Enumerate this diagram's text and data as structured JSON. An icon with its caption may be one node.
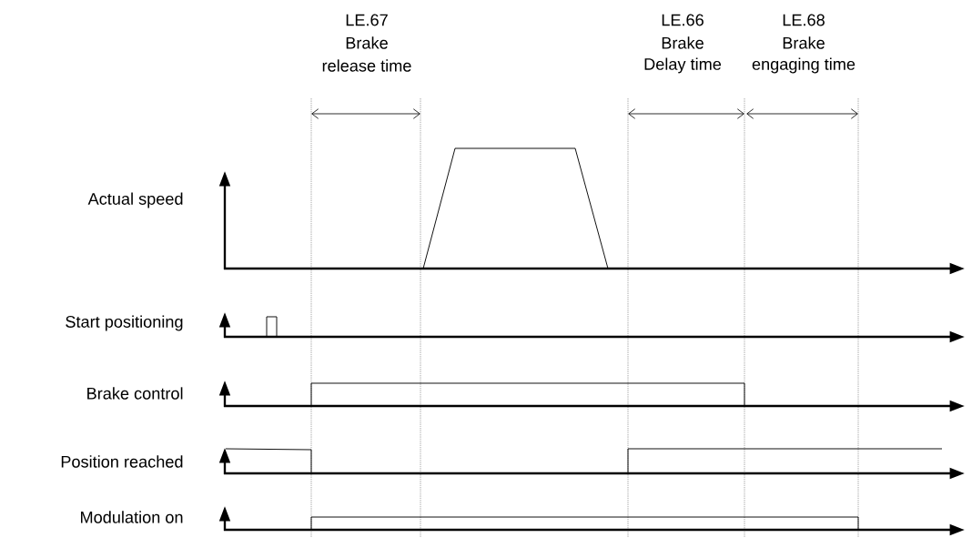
{
  "diagram": {
    "labels": [
      "LE.67",
      "Brake",
      "release time",
      "LE.66",
      "LE.68",
      "Brake",
      "Brake",
      "Delay time",
      "engaging time",
      "Actual speed",
      "Start positioning",
      "Brake control",
      "Position reached",
      "Modulation on"
    ]
  }
}
